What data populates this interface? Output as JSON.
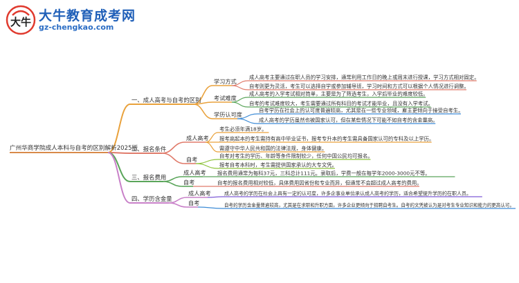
{
  "logo": {
    "title": "大牛教育成考网",
    "url": "gz-chengkao.com",
    "mark": "大牛"
  },
  "colors": {
    "root": "#d88a4a",
    "b1": "#e9a13b",
    "b2": "#e07a6a",
    "b3": "#5aa55a",
    "b4": "#c880c8",
    "b1_l1": "#e07a6a",
    "b1_l2": "#5aa55a",
    "b1_l3": "#3c8bd6",
    "b2_s1": "#e9a13b",
    "b2_s2": "#8ec43c",
    "b3_s1": "#5aa55a",
    "b3_s2": "#e07a6a",
    "b4_s1": "#7d5ad6",
    "b4_s2": "#3c8bd6"
  },
  "mindmap": {
    "root": "广州华商学院成人本科与自考的区别解析2025版",
    "branches": [
      {
        "label": "一、成人高考与自考的区别",
        "children": [
          {
            "label": "学习方式",
            "leaves": [
              "成人高考主要通过在职人员的学习安排，通常利用工作日的晚上或周末进行授课，学习方式相对固定。",
              "自考则更为灵活，考生可以选择自学或参加辅导班，学习时间和方式可以根据个人情况进行调整。"
            ]
          },
          {
            "label": "考试难度",
            "leaves": [
              "成人高考的入学考试相对简单，主要是为了筛选考生，入学后毕业的难度较低。",
              "自考的考试难度较大，考生需要通过所有科目的考试才能毕业，且没有入学考试。"
            ]
          },
          {
            "label": "学历认可度",
            "leaves": [
              "自考学历在社会上的认可度普遍较高，尤其是在一些专业领域，雇主更倾向于接受自考生。",
              "成人高考的学历虽然也被国家认可，但在某些情况下可能不如自考的含金量高。"
            ]
          }
        ]
      },
      {
        "label": "二、报名条件",
        "children": [
          {
            "label": "成人高考",
            "leaves": [
              "考生必须年满18岁。",
              "报考高起本的考生需持有高中毕业证书，报考专升本的考生需具备国家认可的专科及以上学历。",
              "需遵守中华人民共和国的法律法规，身体健康。"
            ]
          },
          {
            "label": "自考",
            "leaves": [
              "自考对考生的学历、年龄等条件限制较少，任何中国公民均可报名。",
              "报考自考本科时，考生需提供国家承认的大专文凭。"
            ]
          }
        ]
      },
      {
        "label": "三、报名费用",
        "children": [
          {
            "label": "成人高考",
            "leaves": [
              "报名费用通常为每科37元，三科总计111元。录取后，学费一般在每学年2000-3000元不等。"
            ]
          },
          {
            "label": "自考",
            "leaves": [
              "自考的报名费用相对较低，具体费用因省份和专业而异，但通常不会超过成人高考的费用。"
            ]
          }
        ]
      },
      {
        "label": "四、学历含金量",
        "children": [
          {
            "label": "成人高考",
            "leaves": [
              "成人高考的学历在社会上具有一定的认可度，许多企事业单位承认成人高考的学历，适合希望提升学历的在职人员。"
            ]
          },
          {
            "label": "自考",
            "leaves": [
              "自考的学历含金量普遍较高，尤其是在求职和升职方面，许多企业更倾向于招聘自考生。自考的文凭被认为是对考生专业知识和能力的更高认可。"
            ]
          }
        ]
      }
    ]
  }
}
